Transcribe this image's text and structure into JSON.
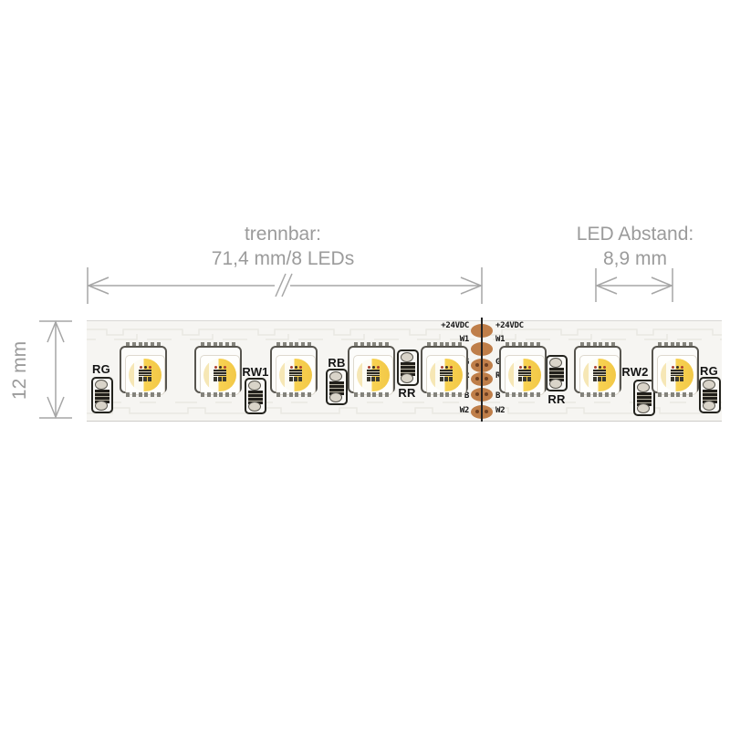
{
  "figure": {
    "type": "led-strip-technical-drawing",
    "annotations": {
      "separable": {
        "line1": "trennbar:",
        "line2": "71,4 mm/8 LEDs"
      },
      "led_spacing": {
        "line1": "LED Abstand:",
        "line2": "8,9 mm"
      },
      "strip_height": {
        "label": "12 mm"
      }
    },
    "strip": {
      "supply_voltage": "+24VDC",
      "pad_labels": [
        "+24VDC",
        "W1",
        "G",
        "R",
        "B",
        "W2"
      ],
      "resistor_labels": [
        "RG",
        "RW1",
        "RB",
        "RR",
        "RR",
        "RW2",
        "RG"
      ],
      "led_count": 8
    },
    "colors": {
      "dimension_lines": "#a6a6a6",
      "annotation_text": "#9b9b9b",
      "strip_background": "#f6f5f2",
      "copper_pad": "#bf7e49",
      "lens_yellow": "#f8d252",
      "cut_line": "#222222",
      "label_text": "#161616"
    }
  }
}
